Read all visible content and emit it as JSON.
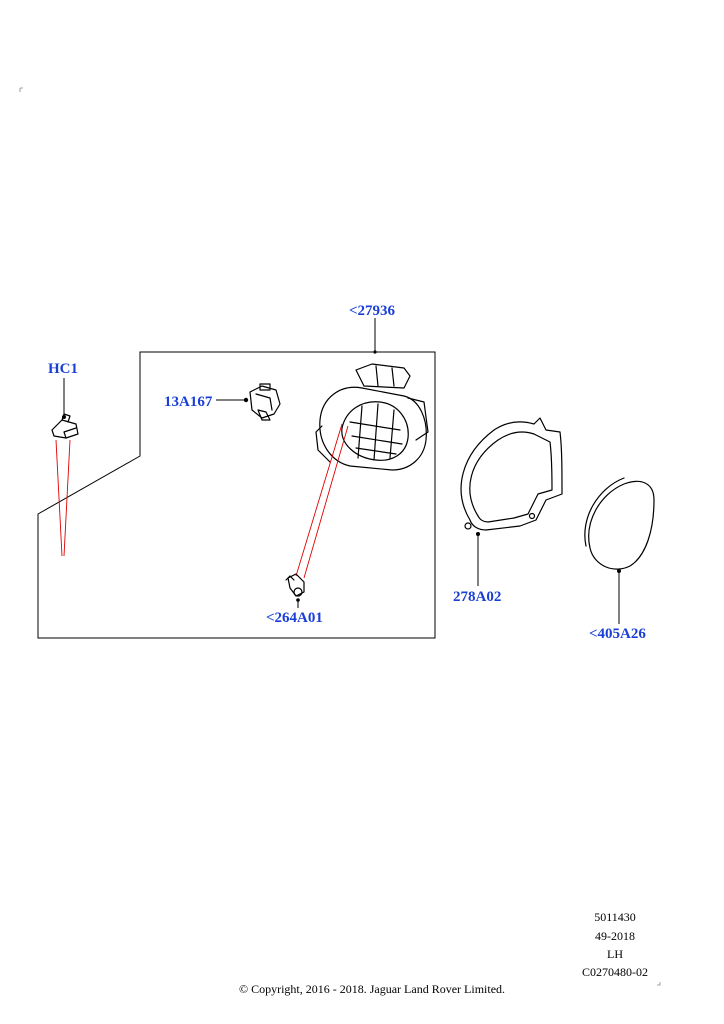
{
  "callouts": {
    "hc1": "HC1",
    "a13a167": "13A167",
    "a27936": "<27936",
    "a264a01": "<264A01",
    "a278a02": "278A02",
    "a405a26": "<405A26"
  },
  "footer": {
    "ref1": "5011430",
    "ref2": "49-2018",
    "ref3": "LH",
    "ref4": "C0270480-02",
    "copyright": "© Copyright, 2016 - 2018. Jaguar Land Rover Limited."
  },
  "colors": {
    "callout": "#1a3fd6",
    "guide_line": "#e00000"
  }
}
